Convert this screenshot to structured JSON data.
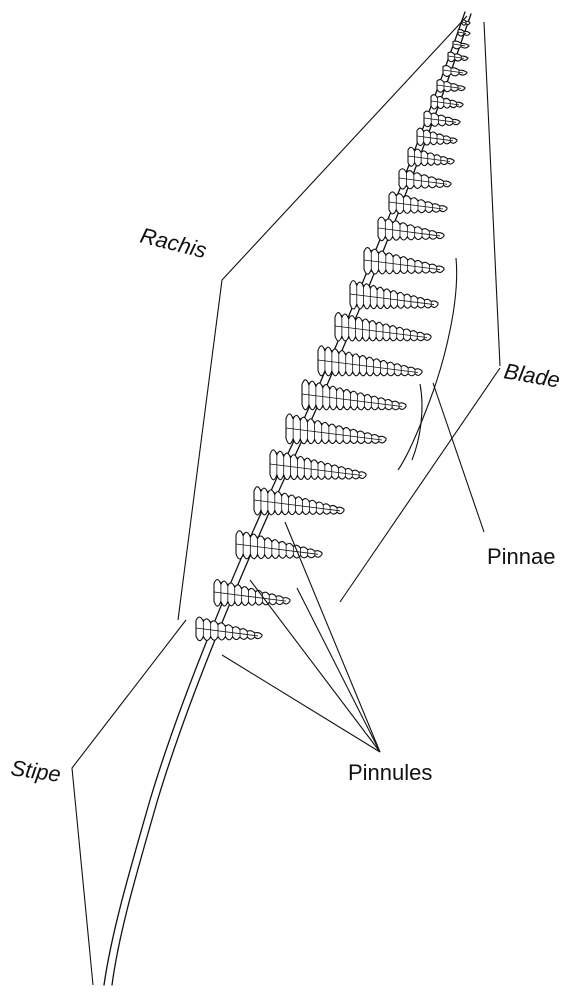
{
  "labels": {
    "rachis": "Rachis",
    "blade": "Blade",
    "pinnae": "Pinnae",
    "pinnules": "Pinnules",
    "stipe": "Stipe"
  },
  "colors": {
    "ink": "#111111",
    "paper": "#ffffff"
  }
}
